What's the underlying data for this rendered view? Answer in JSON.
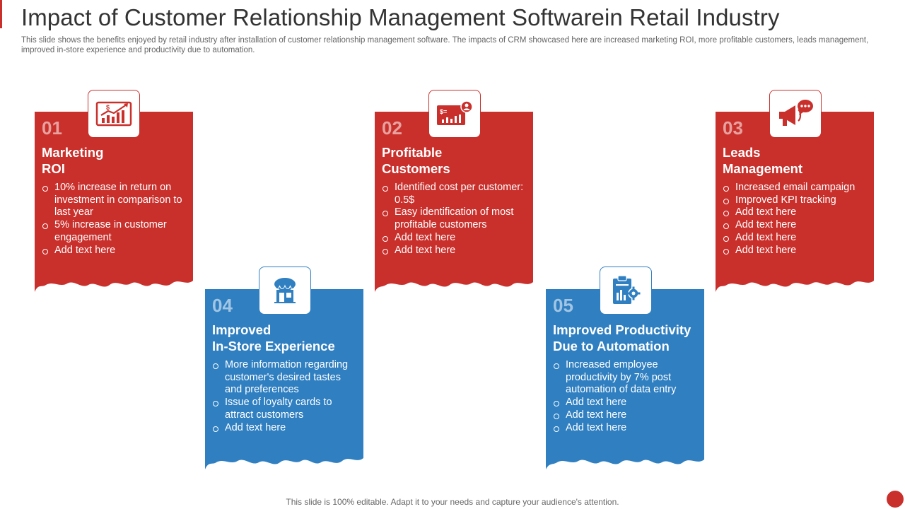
{
  "title": "Impact of Customer Relationship Management Softwarein Retail Industry",
  "subtitle": "This slide shows the benefits enjoyed by retail industry after installation of  customer relationship management software. The impacts of CRM showcased here are increased marketing ROI, more profitable customers, leads management, improved in-store experience and productivity due to  automation.",
  "colors": {
    "red": "#c9302c",
    "blue": "#2f7fc1"
  },
  "cards": [
    {
      "num": "01",
      "heading_line1": "Marketing",
      "heading_line2": "ROI",
      "icon": "growth-chart-icon",
      "bullets": [
        "10% increase in return on investment in comparison to last year",
        "5% increase in customer engagement",
        "Add text here"
      ]
    },
    {
      "num": "02",
      "heading_line1": "Profitable",
      "heading_line2": "Customers",
      "icon": "money-user-icon",
      "bullets": [
        "Identified cost per customer: 0.5$",
        "Easy identification of most profitable customers",
        "Add text here",
        "Add text here"
      ]
    },
    {
      "num": "03",
      "heading_line1": "Leads",
      "heading_line2": "Management",
      "icon": "megaphone-icon",
      "bullets": [
        "Increased email campaign",
        "Improved KPI tracking",
        "Add text here",
        "Add text here",
        "Add text here",
        "Add text here"
      ]
    },
    {
      "num": "04",
      "heading_line1": "Improved",
      "heading_line2": "In-Store Experience",
      "icon": "store-icon",
      "bullets": [
        "More information regarding customer's desired tastes and preferences",
        "Issue of loyalty cards to attract customers",
        "Add text here"
      ]
    },
    {
      "num": "05",
      "heading_line1": "Improved Productivity",
      "heading_line2": "Due to Automation",
      "icon": "clipboard-gear-icon",
      "bullets": [
        "Increased employee productivity by 7% post automation of data entry",
        "Add text here",
        "Add text here",
        "Add text here"
      ]
    }
  ],
  "footer": "This slide is 100% editable. Adapt it to your needs and capture your audience's attention."
}
